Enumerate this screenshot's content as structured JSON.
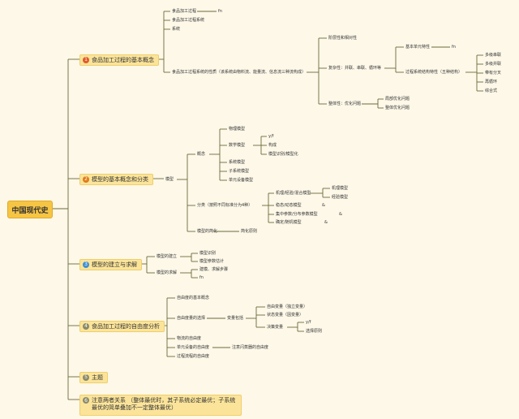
{
  "root": {
    "label": "中国现代史",
    "color": "#f6c544"
  },
  "branches": [
    {
      "num": "1",
      "label": "食品加工过程的基本概念",
      "dot": "#e05b2a"
    },
    {
      "num": "2",
      "label": "模型的基本概念和分类",
      "dot": "#e07b1a"
    },
    {
      "num": "3",
      "label": "模型的建立与求解",
      "dot": "#3f8fd4"
    },
    {
      "num": "4",
      "label": "食品加工过程的自由度分析",
      "dot": "#8a8a6a"
    },
    {
      "num": "5",
      "label": "主题",
      "dot": "#8a8a6a"
    },
    {
      "num": "6",
      "label": "注意两者关系 （整体最优时，其子系统必定最优；子系统最优的简单叠加不一定整体最优）",
      "dot": "#8a8a6a"
    }
  ],
  "b1": {
    "items": [
      "食品加工过程",
      "食品加工过程系统",
      "系统",
      "食品加工过程系统的性质（该系统由物料流、能量流、信息流三种流构成）"
    ],
    "fn": "fn",
    "props": [
      "阶层性和相对性",
      "复杂性：并联、串联、循环等",
      "整体性：优化问题"
    ],
    "complex": [
      "基本单元特性",
      "过程系统结构特性（五种结构）"
    ],
    "struct": [
      "多级串联",
      "多级并联",
      "带有分叉",
      "再循环",
      "综合式"
    ],
    "opt": [
      "局部优化问题",
      "整体优化问题"
    ]
  },
  "b2": {
    "model": "模型",
    "subs": [
      "概念",
      "分类（按照不同标准分为4种）",
      "模型的简化"
    ],
    "concept": [
      "物理模型",
      "数学模型",
      "系统模型",
      "子系统模型",
      "单元设备模型"
    ],
    "math": [
      "y/f",
      "构成",
      "模型识别/模型化"
    ],
    "classes": [
      "机理/经验/混合模型",
      "稳态/动态模型",
      "集中参数/分布参数模型",
      "确定/随机模型"
    ],
    "mech": [
      "机理模型",
      "经验模型"
    ],
    "amp": "&",
    "simp": "简化原则"
  },
  "b3": {
    "items": [
      "模型的建立",
      "模型的求解"
    ],
    "build": [
      "模型识别",
      "模型参数估计"
    ],
    "solve": [
      "建模、求解步骤",
      "fn"
    ]
  },
  "b4": {
    "items": [
      "自由度的基本概念",
      "自由度量的选择",
      "物流的自由度",
      "单元设备的自由度",
      "过程流程的自由度"
    ],
    "var": "变量包括",
    "vars": [
      "自由变量（独立变量）",
      "状态变量（因变量）",
      "决策变量"
    ],
    "dec": [
      "y/f",
      "选择原则"
    ],
    "note": "注意闪蒸器的自由度"
  }
}
